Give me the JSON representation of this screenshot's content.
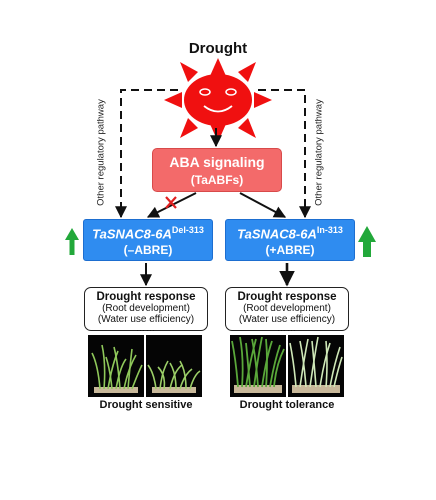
{
  "diagram": {
    "title": "Drought",
    "aba_box": {
      "line1": "ABA signaling",
      "line2": "(TaABFs)"
    },
    "side_label_left": "Other regulatory pathway",
    "side_label_right": "Other regulatory pathway",
    "gene_left": {
      "name": "TaSNAC8-6A",
      "superscript": "Del-313",
      "subtitle": "(–ABRE)"
    },
    "gene_right": {
      "name": "TaSNAC8-6A",
      "superscript": "In-313",
      "subtitle": "(+ABRE)"
    },
    "response_left": {
      "heading": "Drought response",
      "item1": "(Root development)",
      "item2": "(Water use efficiency)",
      "more": "……"
    },
    "response_right": {
      "heading": "Drought response",
      "item1": "(Root development)",
      "item2": "(Water use efficiency)",
      "more": "……"
    },
    "caption_left": "Drought sensitive",
    "caption_right": "Drought tolerance",
    "colors": {
      "sun": "#f01010",
      "aba_box": "#f36a6a",
      "gene_box": "#2f8cf0",
      "up_arrow": "#22a83a",
      "block_mark": "#e02020"
    },
    "icons": {
      "sun": "smiling-sun-icon",
      "up_arrow": "up-arrow-icon",
      "block": "cross-mark-icon"
    }
  }
}
